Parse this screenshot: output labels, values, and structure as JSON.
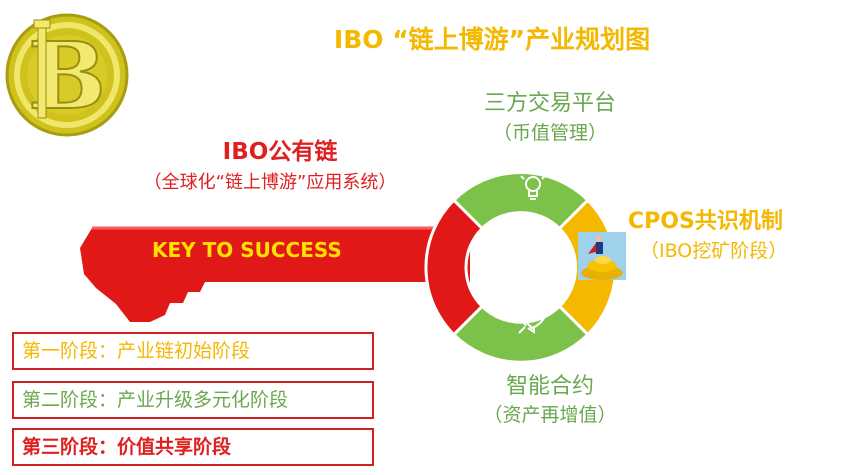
{
  "title": "IBO “链上博游”产业规划图",
  "logo": {
    "letter": "B"
  },
  "key": {
    "label": "KEY TO SUCCESS",
    "title": "IBO公有链",
    "subtitle": "（全球化“链上博游”应用系统）"
  },
  "segments": {
    "top": {
      "title": "三方交易平台",
      "subtitle": "（币值管理）",
      "icon": "lightbulb-icon"
    },
    "right": {
      "title": "CPOS共识机制",
      "subtitle": "（IBO挖矿阶段）",
      "icon": "coin-pile-image"
    },
    "bottom": {
      "title": "智能合约",
      "subtitle": "（资产再增值）",
      "icon": "rocket-icon"
    }
  },
  "stages": [
    {
      "label": "第一阶段：产业链初始阶段"
    },
    {
      "label": "第二阶段：产业升级多元化阶段"
    },
    {
      "label": "第三阶段：价值共享阶段"
    }
  ],
  "colors": {
    "red": "#e02020",
    "green": "#7cc24a",
    "yellow": "#f5b800",
    "gold": "#d8c020"
  }
}
